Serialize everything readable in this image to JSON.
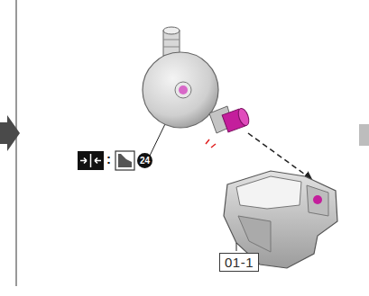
{
  "diagram": {
    "nodes": [
      {
        "text": [
          "01-1"
        ]
      }
    ],
    "labels": [
      ":",
      "24"
    ]
  }
}
